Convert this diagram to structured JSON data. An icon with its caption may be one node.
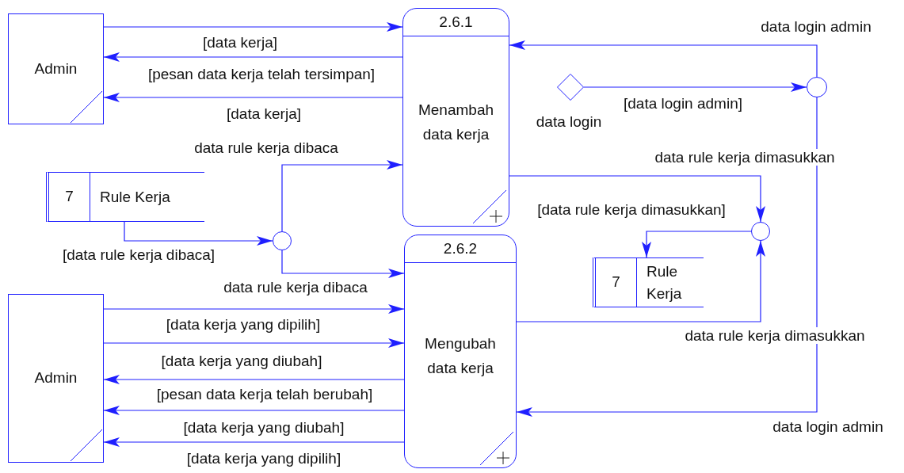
{
  "diagram": {
    "nodes": [
      {
        "text": [
          "Admin"
        ]
      },
      {
        "text": [
          "2.6.1",
          "Menambah data kerja"
        ]
      },
      {
        "text": [
          "7",
          "Rule Kerja"
        ]
      },
      {
        "text": [],
        "shape": "circle"
      },
      {
        "text": [
          "2.6.2",
          "Mengubah data kerja"
        ]
      },
      {
        "text": [],
        "shape": "diamond",
        "beside": [
          "data login"
        ]
      },
      {
        "text": [],
        "shape": "circle"
      },
      {
        "text": [],
        "shape": "circle"
      },
      {
        "text": [
          "7",
          "Rule Kerja"
        ]
      },
      {
        "text": [
          "Admin"
        ]
      }
    ],
    "edges": [
      {
        "from": 0,
        "to": 1,
        "arrow": "to",
        "label": "[data kerja]"
      },
      {
        "from": 1,
        "to": 0,
        "arrow": "to",
        "label": "[pesan data kerja telah tersimpan]"
      },
      {
        "from": 1,
        "to": 0,
        "arrow": "to",
        "label": "[data kerja]"
      },
      {
        "from": 3,
        "to": 1,
        "arrow": "to",
        "label": "data rule kerja dibaca"
      },
      {
        "from": 2,
        "to": 3,
        "arrow": "to",
        "label": "[data rule kerja dibaca]"
      },
      {
        "from": 3,
        "to": 4,
        "arrow": "to",
        "label": "data rule kerja dibaca"
      },
      {
        "from": 5,
        "to": 6,
        "arrow": "to",
        "label": "[data login admin]"
      },
      {
        "from": 6,
        "to": 1,
        "arrow": "to",
        "label": "data login admin"
      },
      {
        "from": 6,
        "to": 4,
        "arrow": "to",
        "label": "data login admin"
      },
      {
        "from": 1,
        "to": 7,
        "arrow": "to",
        "label": "data rule kerja dimasukkan"
      },
      {
        "from": 4,
        "to": 7,
        "arrow": "to",
        "label": "data rule kerja dimasukkan"
      },
      {
        "from": 7,
        "to": 8,
        "arrow": "to",
        "label": "[data rule kerja dimasukkan]"
      },
      {
        "from": 9,
        "to": 4,
        "arrow": "to",
        "label": "[data kerja yang dipilih]"
      },
      {
        "from": 9,
        "to": 4,
        "arrow": "to",
        "label": "[data kerja yang diubah]"
      },
      {
        "from": 4,
        "to": 9,
        "arrow": "to",
        "label": "[pesan data kerja telah berubah]"
      },
      {
        "from": 4,
        "to": 9,
        "arrow": "to",
        "label": "[data kerja yang diubah]"
      },
      {
        "from": 4,
        "to": 9,
        "arrow": "to",
        "label": "[data kerja yang dipilih]"
      }
    ]
  }
}
